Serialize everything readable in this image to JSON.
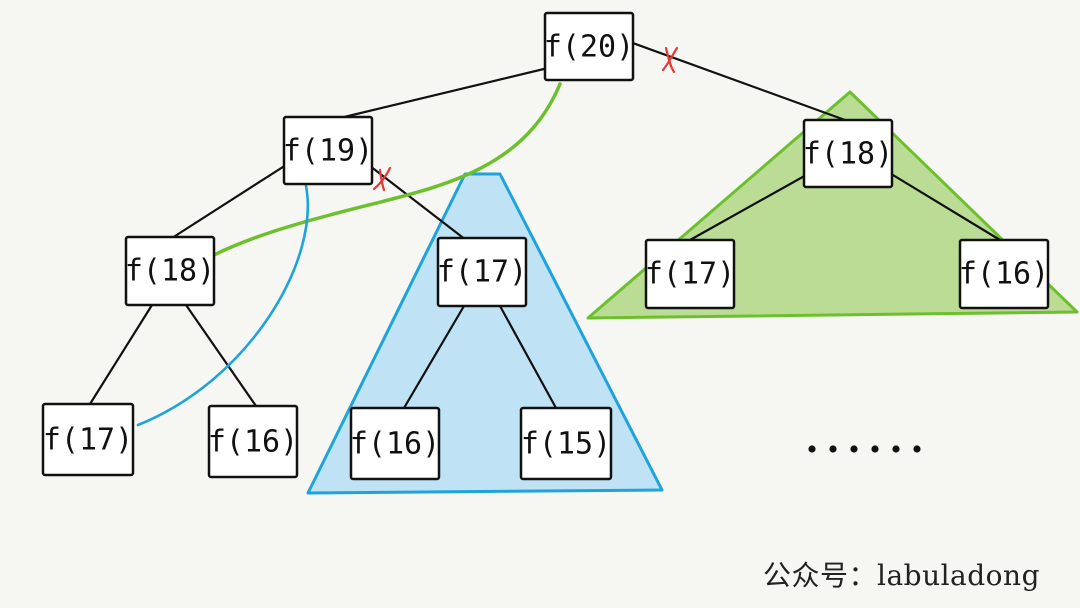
{
  "colors": {
    "background": "#f6f6f3",
    "blue_fill": "#bfe3f5",
    "blue_stroke": "#1ea3dc",
    "green_fill": "#b5d98b",
    "green_stroke": "#6dbf2e",
    "cut_red": "#e53935"
  },
  "nodes": {
    "root": "f(20)",
    "l1_left": "f(19)",
    "l1_right": "f(18)",
    "l2_a": "f(18)",
    "l2_b": "f(17)",
    "l2_c": "f(17)",
    "l2_d": "f(16)",
    "l3_a": "f(17)",
    "l3_b": "f(16)",
    "l3_c": "f(16)",
    "l3_d": "f(15)"
  },
  "ellipsis": "……",
  "watermark": "公众号：labuladong",
  "icons": {
    "cut": "cut-mark-icon"
  }
}
